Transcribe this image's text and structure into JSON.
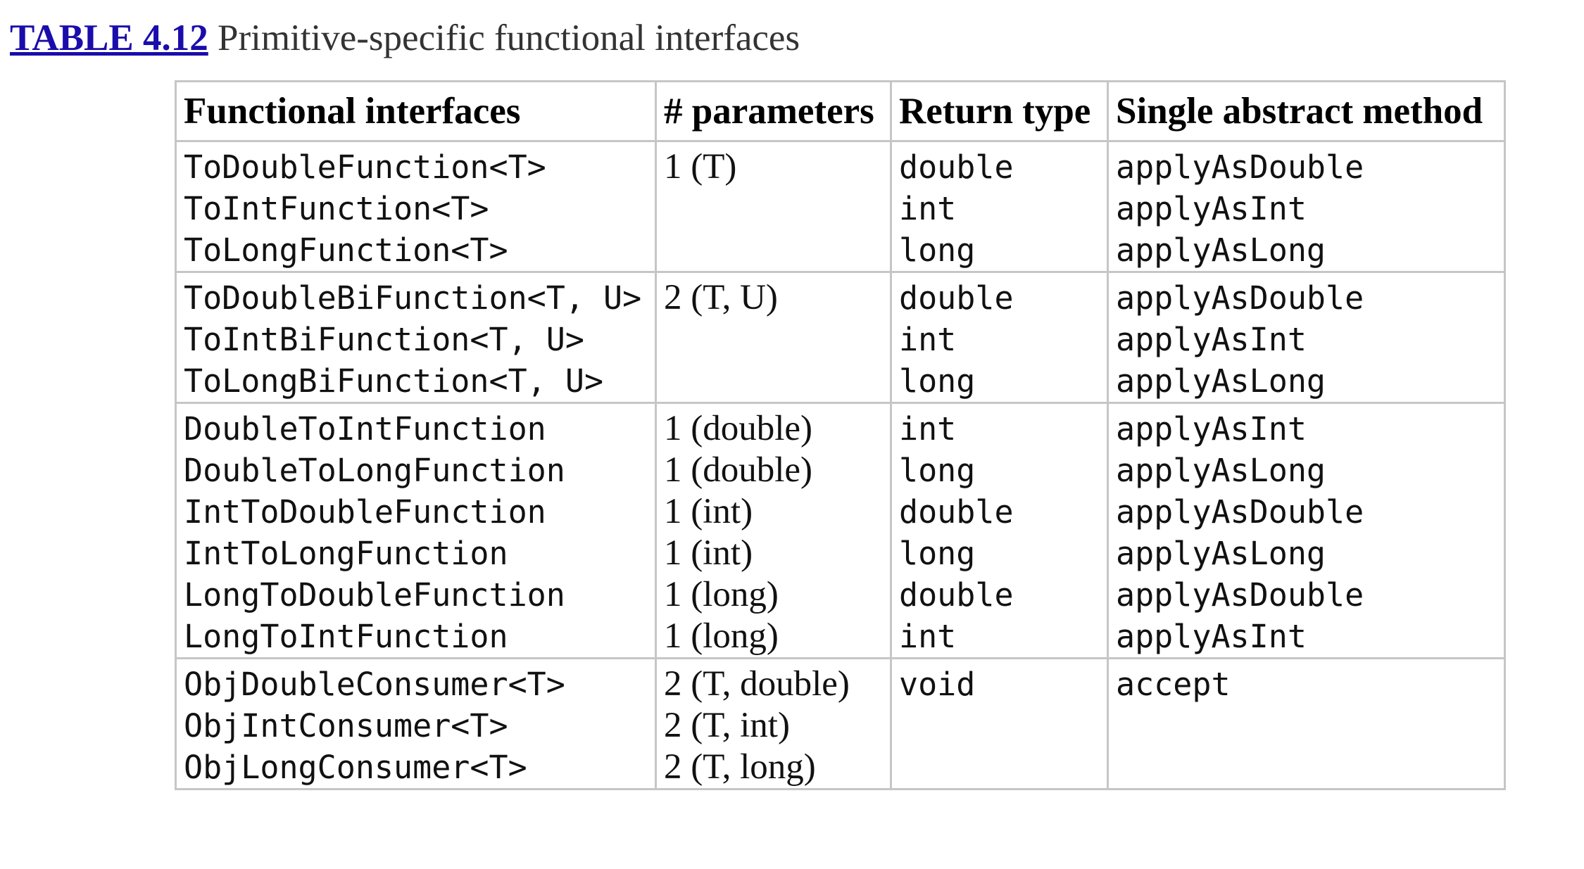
{
  "caption": {
    "label": "TABLE 4.12",
    "title": "Primitive-specific functional interfaces"
  },
  "table": {
    "headers": [
      "Functional interfaces",
      "# parameters",
      "Return type",
      "Single abstract method"
    ],
    "groups": [
      {
        "interfaces": [
          "ToDoubleFunction<T>",
          "ToIntFunction<T>",
          "ToLongFunction<T>"
        ],
        "parameters": [
          "1 (T)"
        ],
        "return_types": [
          "double",
          "int",
          "long"
        ],
        "methods": [
          "applyAsDouble",
          "applyAsInt",
          "applyAsLong"
        ]
      },
      {
        "interfaces": [
          "ToDoubleBiFunction<T, U>",
          "ToIntBiFunction<T, U>",
          "ToLongBiFunction<T, U>"
        ],
        "parameters": [
          "2 (T, U)"
        ],
        "return_types": [
          "double",
          "int",
          "long"
        ],
        "methods": [
          "applyAsDouble",
          "applyAsInt",
          "applyAsLong"
        ]
      },
      {
        "interfaces": [
          "DoubleToIntFunction",
          "DoubleToLongFunction",
          "IntToDoubleFunction",
          "IntToLongFunction",
          "LongToDoubleFunction",
          "LongToIntFunction"
        ],
        "parameters": [
          "1 (double)",
          "1 (double)",
          "1 (int)",
          "1 (int)",
          "1 (long)",
          "1 (long)"
        ],
        "return_types": [
          "int",
          "long",
          "double",
          "long",
          "double",
          "int"
        ],
        "methods": [
          "applyAsInt",
          "applyAsLong",
          "applyAsDouble",
          "applyAsLong",
          "applyAsDouble",
          "applyAsInt"
        ]
      },
      {
        "interfaces": [
          "ObjDoubleConsumer<T>",
          "ObjIntConsumer<T>",
          "ObjLongConsumer<T>"
        ],
        "parameters": [
          "2 (T, double)",
          "2 (T, int)",
          "2 (T, long)"
        ],
        "return_types": [
          "void"
        ],
        "methods": [
          "accept"
        ]
      }
    ]
  }
}
